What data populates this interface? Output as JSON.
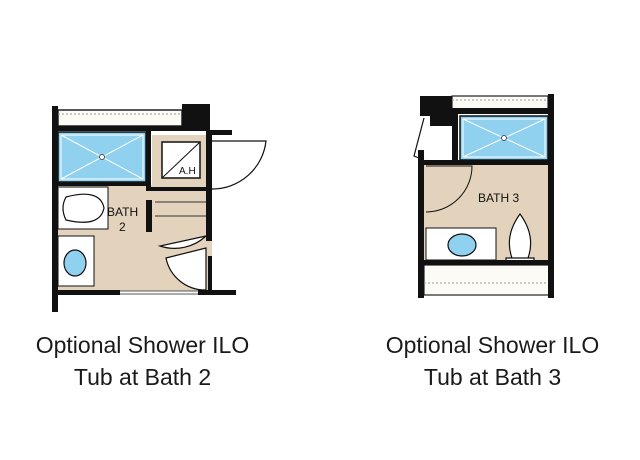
{
  "colors": {
    "wall": "#111111",
    "floor": "#e3d3bd",
    "water": "#8fd1ee",
    "fixture": "#ffffff"
  },
  "plans": [
    {
      "id": "bath-2",
      "room_label_line1": "BATH",
      "room_label_line2": "2",
      "ah_label": "A.H",
      "caption_line1": "Optional Shower ILO",
      "caption_line2": "Tub at Bath 2"
    },
    {
      "id": "bath-3",
      "room_label_line1": "BATH 3",
      "caption_line1": "Optional Shower ILO",
      "caption_line2": "Tub at Bath 3"
    }
  ]
}
